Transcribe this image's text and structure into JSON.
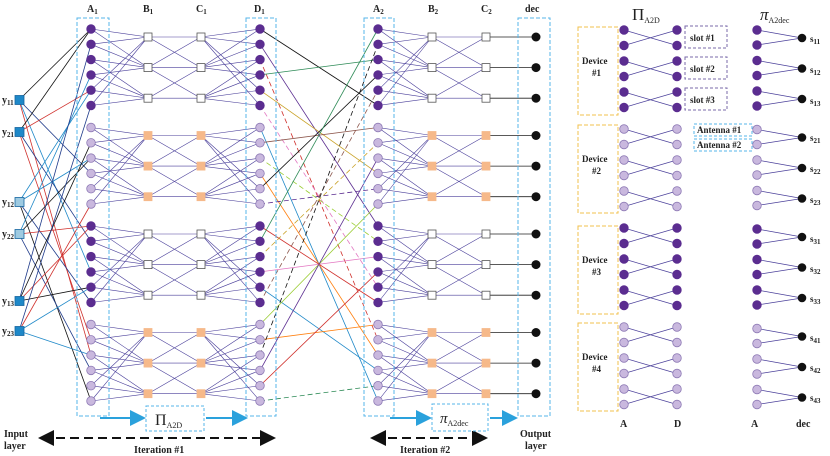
{
  "columns": {
    "a1": {
      "main": "A",
      "sub": "1"
    },
    "b1": {
      "main": "B",
      "sub": "1"
    },
    "c1": {
      "main": "C",
      "sub": "1"
    },
    "d1": {
      "main": "D",
      "sub": "1"
    },
    "a2": {
      "main": "A",
      "sub": "2"
    },
    "b2": {
      "main": "B",
      "sub": "2"
    },
    "c2": {
      "main": "C",
      "sub": "2"
    },
    "dec": "dec"
  },
  "inputs": [
    {
      "main": "y",
      "sub": "11"
    },
    {
      "main": "y",
      "sub": "21"
    },
    {
      "main": "y",
      "sub": "12"
    },
    {
      "main": "y",
      "sub": "22"
    },
    {
      "main": "y",
      "sub": "13"
    },
    {
      "main": "y",
      "sub": "23"
    }
  ],
  "bottom": {
    "input_layer_line1": "Input",
    "input_layer_line2": "layer",
    "output_layer_line1": "Output",
    "output_layer_line2": "layer",
    "iteration1": "Iteration #1",
    "iteration2": "Iteration #2",
    "pi_a2d": {
      "main": "Π",
      "sub": "A2D"
    },
    "pi_a2dec": {
      "main": "π",
      "sub": "A2dec"
    }
  },
  "right_panel": {
    "title_left": {
      "main": "Π",
      "sub": "A2D"
    },
    "title_right": {
      "main": "π",
      "sub": "A2dec"
    },
    "devices": [
      {
        "line1": "Device",
        "line2": "#1"
      },
      {
        "line1": "Device",
        "line2": "#2"
      },
      {
        "line1": "Device",
        "line2": "#3"
      },
      {
        "line1": "Device",
        "line2": "#4"
      }
    ],
    "slots": [
      "slot #1",
      "slot #2",
      "slot #3"
    ],
    "antennas": [
      "Antenna #1",
      "Antenna #2"
    ],
    "outputs": [
      {
        "main": "s",
        "sub": "11"
      },
      {
        "main": "s",
        "sub": "12"
      },
      {
        "main": "s",
        "sub": "13"
      },
      {
        "main": "s",
        "sub": "21"
      },
      {
        "main": "s",
        "sub": "22"
      },
      {
        "main": "s",
        "sub": "23"
      },
      {
        "main": "s",
        "sub": "31"
      },
      {
        "main": "s",
        "sub": "32"
      },
      {
        "main": "s",
        "sub": "33"
      },
      {
        "main": "s",
        "sub": "41"
      },
      {
        "main": "s",
        "sub": "42"
      },
      {
        "main": "s",
        "sub": "43"
      }
    ],
    "axis_a": "A",
    "axis_d": "D",
    "axis_a2": "A",
    "axis_dec": "dec"
  },
  "colors": {
    "dark_node": "#5b2d90",
    "light_node": "#c9b8de",
    "light_node_stroke": "#8e7ab5",
    "orange_node": "#f6b98a",
    "input_node": "#1e88c8",
    "dec_node": "#111111",
    "edge": "#4a3f9a",
    "box_blue": "#56b4e9",
    "box_orange": "#f2c14e",
    "arrow": "#2aa1dc"
  }
}
